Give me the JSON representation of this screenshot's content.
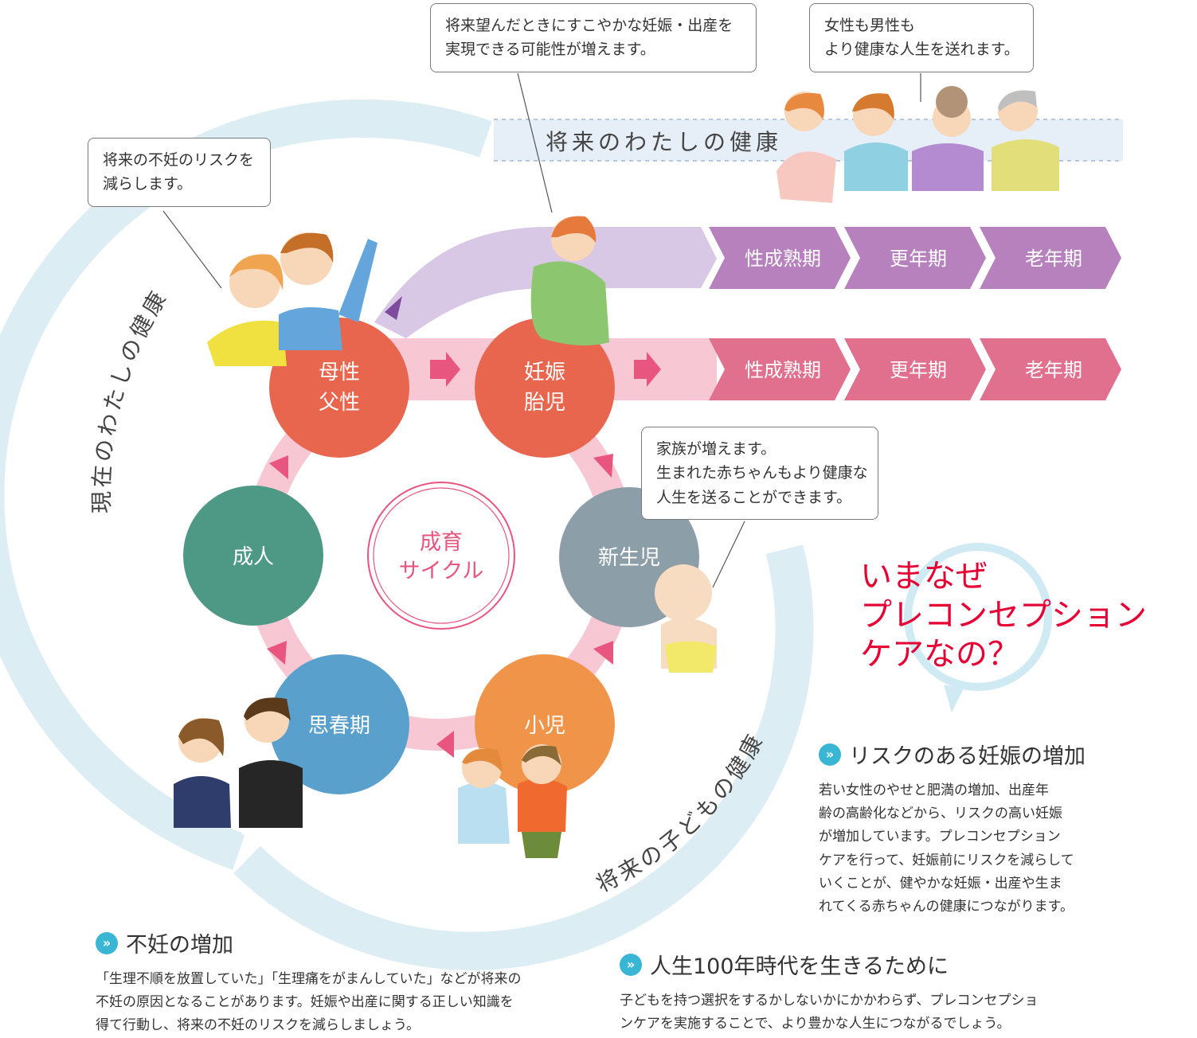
{
  "callouts": {
    "top_center": {
      "lines": [
        "将来望んだときにすこやかな妊娠・出産を",
        "実現できる可能性が増えます。"
      ]
    },
    "top_right": {
      "lines": [
        "女性も男性も",
        "より健康な人生を送れます。"
      ]
    },
    "left": {
      "lines": [
        "将来の不妊のリスクを",
        "減らします。"
      ]
    },
    "middle_right": {
      "lines": [
        "家族が増えます。",
        "生まれた赤ちゃんもより健康な",
        "人生を送ることができます。"
      ]
    }
  },
  "labels": {
    "future_my_health": "将来のわたしの健康",
    "current_my_health": "現在のわたしの健康",
    "future_child_health": "将来の子どもの健康"
  },
  "lifestages": {
    "purple": [
      "性成熟期",
      "更年期",
      "老年期"
    ],
    "pink": [
      "性成熟期",
      "更年期",
      "老年期"
    ]
  },
  "cycle": {
    "center": [
      "成育",
      "サイクル"
    ],
    "nodes": {
      "parent": [
        "母性",
        "父性"
      ],
      "pregnancy": [
        "妊娠",
        "胎児"
      ],
      "newborn": [
        "新生児"
      ],
      "child": [
        "小児"
      ],
      "adolescence": [
        "思春期"
      ],
      "adult": [
        "成人"
      ]
    }
  },
  "colors": {
    "parent": "#e8664e",
    "pregnancy": "#e8664e",
    "newborn": "#8c9ea7",
    "child": "#ef9448",
    "adolescence": "#5aa0cd",
    "adult": "#4e9985",
    "pink_band": "#f7c7d3",
    "pink_arrow": "#e8557f",
    "purple_band": "#d9c7e6",
    "purple_chevron": "#b681bd",
    "pink_chevron": "#e0708d",
    "ring": "#dcedf4",
    "accent_red": "#e60033",
    "marker_blue": "#38b6d4"
  },
  "main_title": [
    "いまなぜ",
    "プレコンセプション",
    "ケアなの？"
  ],
  "sections": {
    "risk": {
      "title": "リスクのある妊娠の増加",
      "body": [
        "若い女性のやせと肥満の増加、出産年",
        "齢の高齢化などから、リスクの高い妊娠",
        "が増加しています。プレコンセプション",
        "ケアを行って、妊娠前にリスクを減らして",
        "いくことが、健やかな妊娠・出産や生ま",
        "れてくる赤ちゃんの健康につながります。"
      ]
    },
    "infertility": {
      "title": "不妊の増加",
      "body": [
        "「生理不順を放置していた」「生理痛をがまんしていた」などが将来の",
        "不妊の原因となることがあります。妊娠や出産に関する正しい知識を",
        "得て行動し、将来の不妊のリスクを減らしましょう。"
      ]
    },
    "century": {
      "title": "人生100年時代を生きるために",
      "body": [
        "子どもを持つ選択をするかしないかにかかわらず、プレコンセプショ",
        "ンケアを実施することで、より豊かな人生につながるでしょう。"
      ]
    }
  }
}
